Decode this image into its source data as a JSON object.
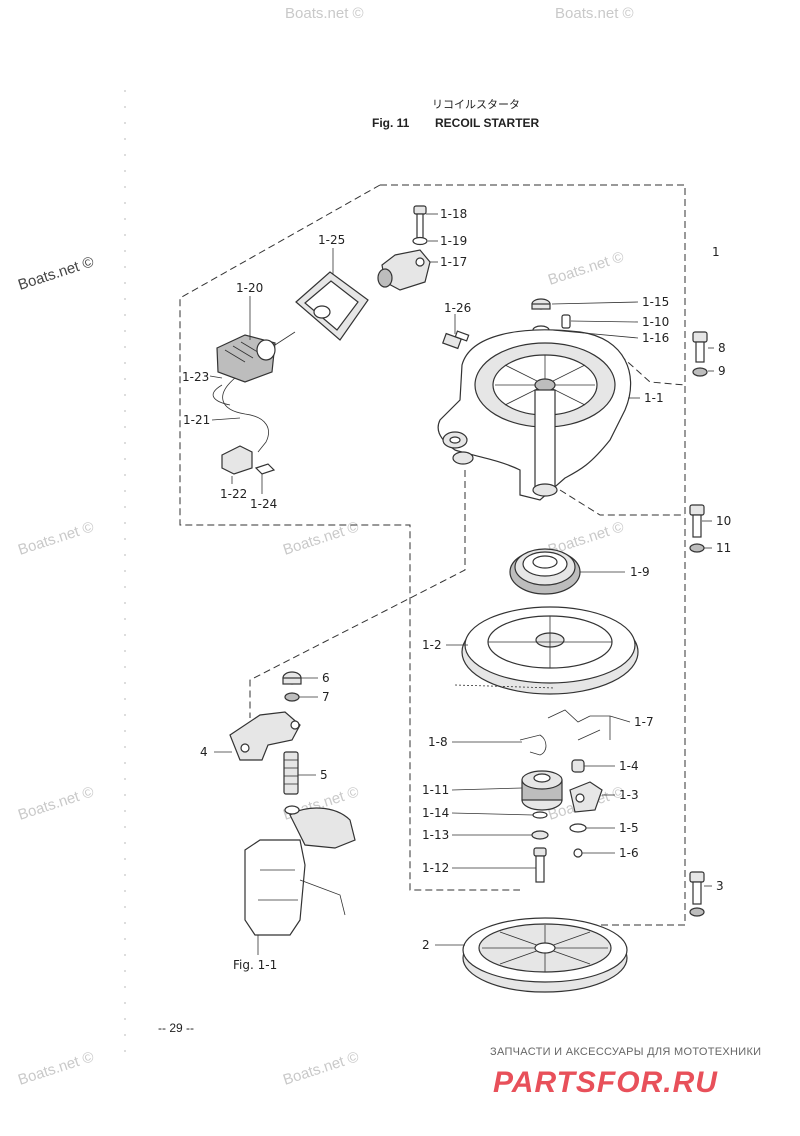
{
  "title": {
    "japanese": "リコイルスタータ",
    "figure": "Fig. 11",
    "name": "RECOIL STARTER"
  },
  "labels": {
    "p1_18": "1-18",
    "p1_19": "1-19",
    "p1_17": "1-17",
    "p1_25": "1-25",
    "p1_20": "1-20",
    "p1_23": "1-23",
    "p1_21": "1-21",
    "p1_22": "1-22",
    "p1_24": "1-24",
    "p1_26": "1-26",
    "p1_15": "1-15",
    "p1_10": "1-10",
    "p1_16": "1-16",
    "p1_1": "1-1",
    "p1": "1",
    "p8": "8",
    "p9": "9",
    "p10": "10",
    "p11": "11",
    "p1_9": "1-9",
    "p1_2": "1-2",
    "p1_7": "1-7",
    "p1_8": "1-8",
    "p1_4": "1-4",
    "p1_3": "1-3",
    "p1_11": "1-11",
    "p1_14": "1-14",
    "p1_5": "1-5",
    "p1_13": "1-13",
    "p1_6": "1-6",
    "p1_12": "1-12",
    "p6": "6",
    "p7": "7",
    "p4": "4",
    "p5": "5",
    "p3": "3",
    "p2": "2",
    "fig1_1": "Fig. 1-1"
  },
  "page_number": "-- 29 --",
  "watermark": "Boats.net ©",
  "footer": {
    "tagline": "ЗАПЧАСТИ И АКСЕССУАРЫ ДЛЯ МОТОТЕХНИКИ",
    "brand": "PARTSFOR.RU",
    "accent_color": "#e8505a"
  }
}
